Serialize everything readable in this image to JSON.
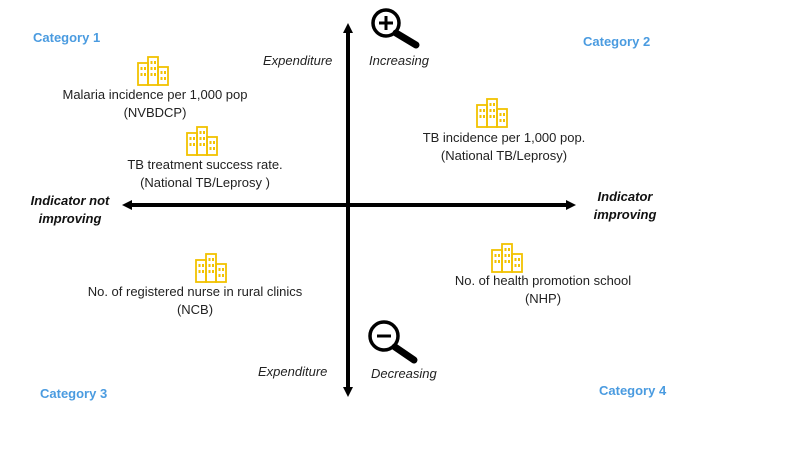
{
  "categories": {
    "c1": "Category 1",
    "c2": "Category 2",
    "c3": "Category 3",
    "c4": "Category 4"
  },
  "axis": {
    "expenditure_top": "Expenditure",
    "increasing": "Increasing",
    "expenditure_bottom": "Expenditure",
    "decreasing": "Decreasing",
    "left_line1": "Indicator not",
    "left_line2": "improving",
    "right_line1": "Indicator",
    "right_line2": "improving"
  },
  "indicators": {
    "malaria": {
      "line1": "Malaria incidence per 1,000 pop",
      "line2": "(NVBDCP)"
    },
    "tb_success": {
      "line1": "TB treatment success rate.",
      "line2": "(National TB/Leprosy )"
    },
    "tb_incidence": {
      "line1": "TB incidence per 1,000 pop.",
      "line2": "(National TB/Leprosy)"
    },
    "nurses": {
      "line1": "No. of registered nurse in rural clinics",
      "line2": "(NCB)"
    },
    "schools": {
      "line1": "No. of health promotion school",
      "line2": "(NHP)"
    }
  },
  "icons": {
    "plus": "zoom-in-icon",
    "minus": "zoom-out-icon",
    "building": "building-icon"
  },
  "colors": {
    "category": "#4a9be0",
    "building": "#f2c200",
    "axis": "#000000"
  }
}
